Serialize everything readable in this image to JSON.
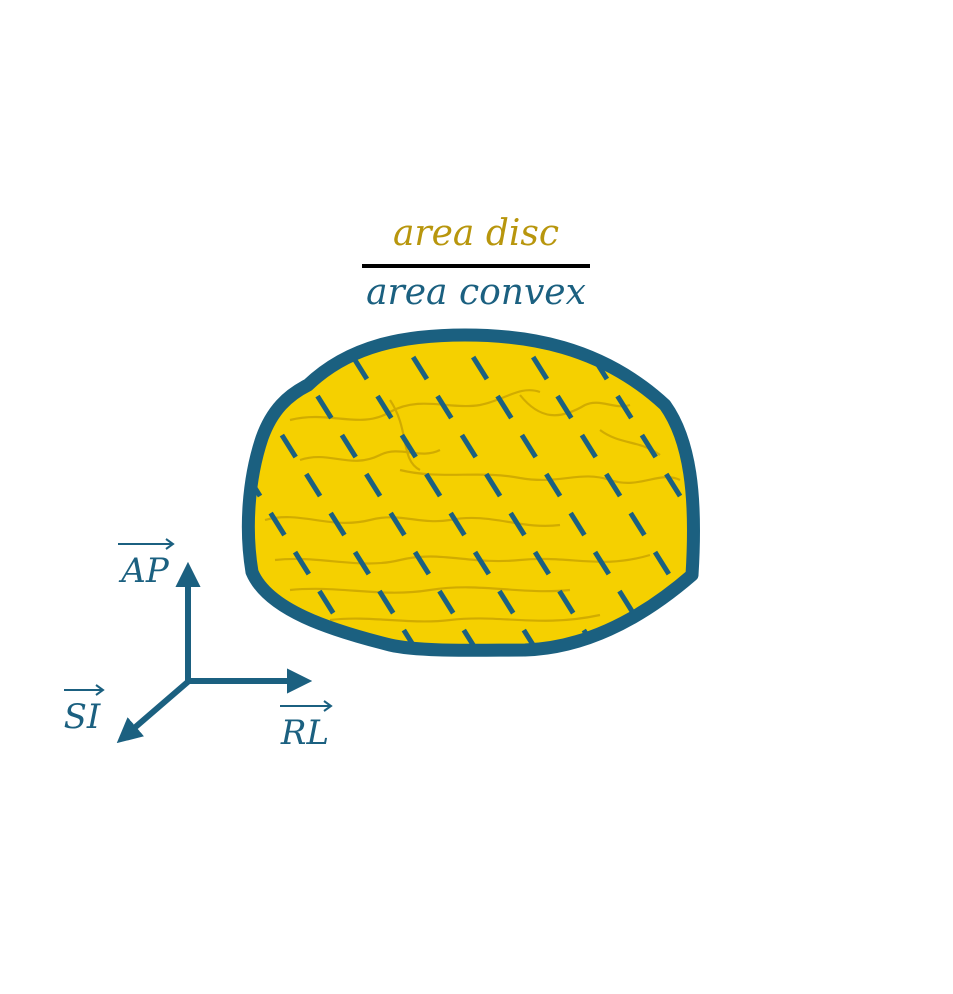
{
  "fraction": {
    "numerator": "area disc",
    "denominator": "area convex"
  },
  "axes": {
    "ap": "AP",
    "si": "SI",
    "rl": "RL"
  },
  "colors": {
    "disc": "#f5d000",
    "disc_shade": "#c9a300",
    "outline": "#1b6080",
    "numerator_text": "#b8960d",
    "denominator_text": "#1b6080",
    "fraction_bar": "#000000"
  }
}
